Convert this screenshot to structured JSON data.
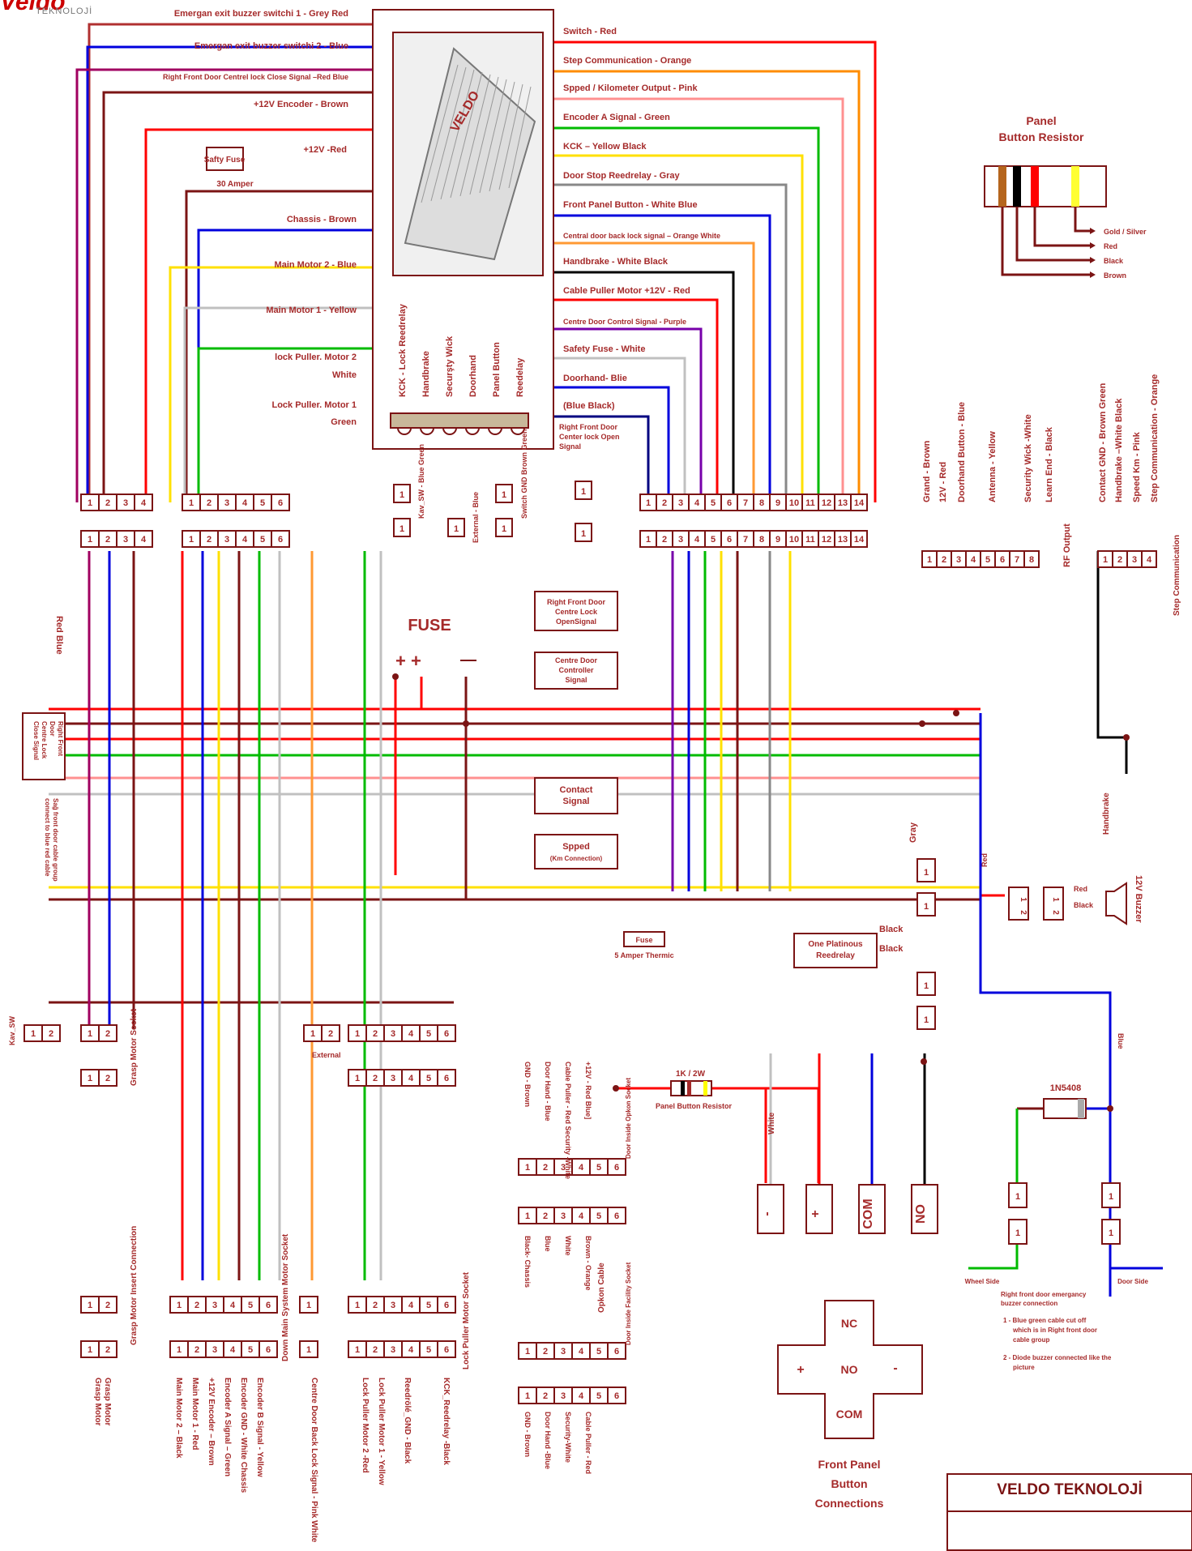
{
  "brand": {
    "name": "Veldo",
    "subtitle": "TEKNOLOJİ"
  },
  "footer": {
    "title": "VELDO TEKNOLOJİ"
  },
  "top_left_labels": [
    "Emergan exit buzzer switchi 1 - Grey Red",
    "Emergan exit buzzer switchi 2 - Blue",
    "Right Front Door Centrel lock Close Signal –Red Blue",
    "+12V Encoder  - Brown",
    "+12V -Red",
    "Chassis - Brown",
    "Main Motor 2 - Blue",
    "Main Motor 1 - Yellow",
    "lock Puller. Motor 2",
    "White",
    "Lock Puller. Motor 1",
    "Green"
  ],
  "fuse_box": {
    "label": "Safty Fuse",
    "rating": "30 Amper"
  },
  "right_labels": [
    "Switch - Red",
    "Step Communication - Orange",
    "Spped / Kilometer Output - Pink",
    "Encoder A Signal - Green",
    "KCK – Yellow Black",
    "Door Stop Reedrelay - Gray",
    "Front Panel Button - White Blue",
    "Central door back lock signal – Orange White",
    "Handbrake - White Black",
    "Cable Puller Motor +12V - Red",
    "Centre Door Control Signal - Purple",
    "Safety Fuse - White",
    "Doorhand- Blie",
    "(Blue Black)",
    "Right Front Door Center lock Open Signal"
  ],
  "controller_pins": [
    "KCK - Lock Reedrelay",
    "Handbrake",
    "Securşty Wick",
    "Doorhand",
    "Panel Button",
    "Reedelay"
  ],
  "resistor": {
    "title": "Panel Button Resistor",
    "bands": [
      "Gold / Silver",
      "Red",
      "Black",
      "Brown"
    ],
    "colors": {
      "brown": "#b5651d",
      "black": "#000000",
      "red": "#ff0000",
      "gold": "#ffff33"
    }
  },
  "rf_labels": [
    "Grand - Brown",
    "12V - Red",
    "Doorhand Button - Blue",
    "Antenna - Yellow",
    "Security Wick -White",
    "Learn End - Black"
  ],
  "rf_output": "RF Output",
  "step_labels": [
    "Contact GND - Brown Green",
    "Handbrake –White Black",
    "Speed Km - Pink",
    "Step Communication - Orange"
  ],
  "step_comm": "Step Communication",
  "small_labels": {
    "kav_sw": "Kav_SW - Blue Green",
    "external_blue": "External - Blue",
    "switch_gnd": "Switch GND Brown Green",
    "red_blue": "Red Blue",
    "right_front_center": "Right Front Door Centre Lock Close Signal",
    "sag_front": "Sağ front door cable group connect to blue red cable",
    "kav_sw2": "Kav_SW",
    "external": "External",
    "handbrake": "Handbrake",
    "gray": "Gray",
    "red": "Red",
    "black": "Black",
    "blue": "Blue",
    "white": "White",
    "buzzer": "12V Buzzer",
    "reedrelay": "One Platinous Reedrelay",
    "diode": "1N5408",
    "res_1k": "1K / 2W",
    "panel_res": "Panel Button Resistor",
    "fuse5": "Fuse",
    "fuse5_sub": "5 Amper Thermic",
    "wheel_side": "Wheel Side",
    "door_side": "Door Side"
  },
  "fuse_title": "FUSE",
  "signal_boxes": {
    "rf_open": "Right Front Door Centre Lock OpenSignal",
    "centre_door": "Centre Door Controller Signal",
    "contact": "Contact Signal",
    "spped": "Spped",
    "spped_sub": "(Km Connection)"
  },
  "buzzer_note": [
    "Right front door emergancy buzzer connection",
    "1  - Blue  green cable cut off which is in Right front door cable group",
    "2 - Diode buzzer connected like the picture"
  ],
  "front_panel": {
    "title": "Front Panel Button Connections",
    "nc": "NC",
    "no": "NO",
    "com": "COM",
    "plus": "+",
    "minus": "-"
  },
  "panel_terminals": [
    "-",
    "+",
    "COM",
    "NO"
  ],
  "opkon_top": [
    "GND - Brown",
    "Door Hand - Blue",
    "Cable Puller - Red Security -White",
    "+12V - Red Blue]"
  ],
  "opkon_mid": [
    "Black- Chassis",
    "Blue",
    "White",
    "Brown - Orange"
  ],
  "opkon_bottom": [
    "GND - Brown",
    "Door Hand -Blue",
    "Security-White",
    "Cable Puller - Red"
  ],
  "socket_titles": {
    "grasp_socket": "Grasp Motor Socket",
    "grasp_insert": "Grasp Motor Insert Connection",
    "down_main": "Down Main System Motor Socket",
    "lock_puller": "Lock Puller Motor Socket",
    "opkon_socket": "Door Inside Opkon Socket",
    "opkon_cable": "Opkon Cable",
    "facility_socket": "Door Inside Facility Socket"
  },
  "bottom_labels": [
    "Grasp Motor",
    "Grasp Motor",
    "Main Motor 2 – Black",
    "Main Motor 1 - Red",
    "+12V Encoder – Brown",
    "Encoder A Signal – Green",
    "Encoder GND - White Chassis",
    "Encoder B Signal - Yellow",
    "Centre Door Back Lock Signal - Pink White",
    "Lock Puller Motor 2 -Red",
    "Lock Puller Motor 1 - Yellow",
    "Reedrölé_GND - Black",
    "KCK_Reedrelay -Black"
  ]
}
